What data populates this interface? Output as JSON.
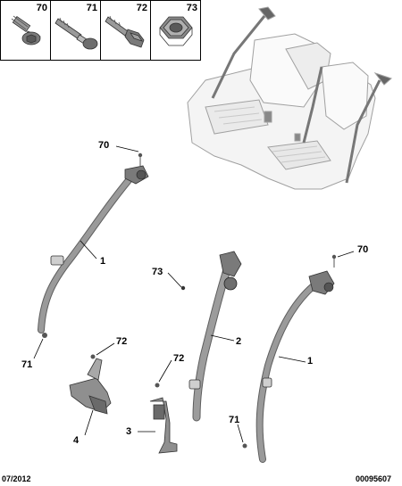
{
  "fasteners": [
    {
      "ref": "70",
      "icon": "flanged-bolt-icon"
    },
    {
      "ref": "71",
      "icon": "shouldered-bolt-icon"
    },
    {
      "ref": "72",
      "icon": "hex-bolt-icon"
    },
    {
      "ref": "73",
      "icon": "hex-nut-icon"
    }
  ],
  "callouts": {
    "c70_top": "70",
    "c1_left": "1",
    "c71_left": "71",
    "c72_left": "72",
    "c4": "4",
    "c73_mid": "73",
    "c2": "2",
    "c72_mid": "72",
    "c3": "3",
    "c70_right": "70",
    "c1_right": "1",
    "c71_right": "71"
  },
  "footer": {
    "date": "07/2012",
    "reference": "00095607"
  },
  "colors": {
    "belt": "#8a8a8a",
    "belt_dark": "#5e5e5e",
    "seat_fill": "#f2f2f2",
    "seat_stroke": "#9a9a9a"
  }
}
